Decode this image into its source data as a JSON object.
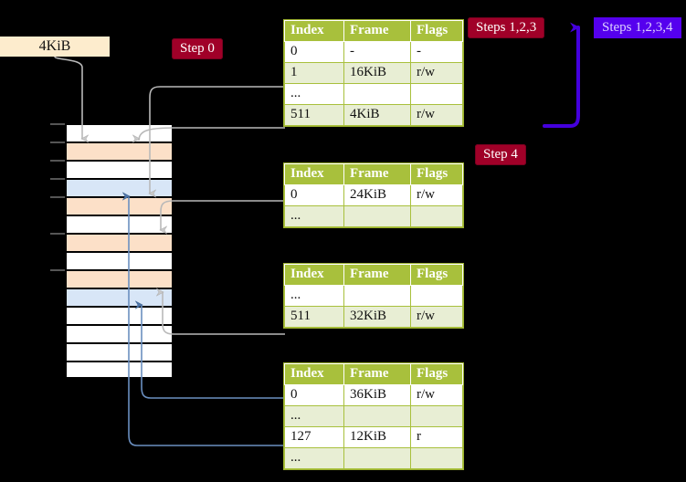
{
  "labels": {
    "step0": "Step 0",
    "step4": "Step 4",
    "steps123": "Steps 1,2,3",
    "steps1234": "Steps 1,2,3,4",
    "banner_size": "4KiB"
  },
  "colors": {
    "pill_red": "#a00028",
    "pill_violet": "#5500ee",
    "arrow_violet": "#4400dd",
    "table_header": "#a8c03c",
    "table_alt_row": "#e8eed4",
    "highlight": "#f6f6a2",
    "mem_orange": "#fce0c8",
    "mem_blue": "#d8e6f7",
    "banner_cream": "#fdeccd",
    "wire_gray": "#b9b9b9",
    "wire_blue": "#6a8fc0"
  },
  "tables": [
    {
      "name": "pml4-table",
      "columns": [
        "Index",
        "Frame",
        "Flags"
      ],
      "rows": [
        {
          "index": "0",
          "frame": "-",
          "flags": "-",
          "alt": false,
          "highlight": false
        },
        {
          "index": "1",
          "frame": "16KiB",
          "flags": "r/w",
          "alt": true,
          "highlight": false
        },
        {
          "index": "...",
          "frame": "",
          "flags": "",
          "alt": false,
          "highlight": false
        },
        {
          "index": "511",
          "frame": "4KiB",
          "flags": "r/w",
          "alt": true,
          "highlight": true
        }
      ]
    },
    {
      "name": "pdp-table",
      "columns": [
        "Index",
        "Frame",
        "Flags"
      ],
      "rows": [
        {
          "index": "0",
          "frame": "24KiB",
          "flags": "r/w",
          "alt": false,
          "highlight": false
        },
        {
          "index": "...",
          "frame": "",
          "flags": "",
          "alt": true,
          "highlight": false
        }
      ]
    },
    {
      "name": "pd-table",
      "columns": [
        "Index",
        "Frame",
        "Flags"
      ],
      "rows": [
        {
          "index": "...",
          "frame": "",
          "flags": "",
          "alt": false,
          "highlight": false
        },
        {
          "index": "511",
          "frame": "32KiB",
          "flags": "r/w",
          "alt": true,
          "highlight": false
        }
      ]
    },
    {
      "name": "pt-table",
      "columns": [
        "Index",
        "Frame",
        "Flags"
      ],
      "rows": [
        {
          "index": "0",
          "frame": "36KiB",
          "flags": "r/w",
          "alt": false,
          "highlight": false
        },
        {
          "index": "...",
          "frame": "",
          "flags": "",
          "alt": true,
          "highlight": false
        },
        {
          "index": "127",
          "frame": "12KiB",
          "flags": "r",
          "alt": false,
          "highlight": false
        },
        {
          "index": "...",
          "frame": "",
          "flags": "",
          "alt": true,
          "highlight": false
        }
      ]
    }
  ],
  "memory_rows": [
    {
      "fill": "white"
    },
    {
      "fill": "orange"
    },
    {
      "fill": "white"
    },
    {
      "fill": "blue"
    },
    {
      "fill": "orange"
    },
    {
      "fill": "white"
    },
    {
      "fill": "orange"
    },
    {
      "fill": "white"
    },
    {
      "fill": "orange"
    },
    {
      "fill": "blue"
    },
    {
      "fill": "white"
    },
    {
      "fill": "white"
    },
    {
      "fill": "white"
    },
    {
      "fill": "white"
    }
  ]
}
